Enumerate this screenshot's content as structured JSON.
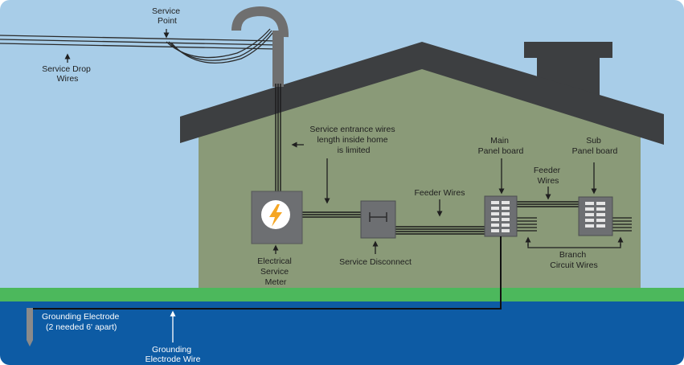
{
  "colors": {
    "sky": "#a8cde8",
    "roof": "#3d3f41",
    "wall": "#8a9a78",
    "grass": "#4cb85c",
    "ground": "#0d5ba4",
    "meter": "#6d6f72",
    "bolt": "#f5a623",
    "wire": "#1a1a1a"
  },
  "labels": {
    "service_point": [
      "Service",
      "Point"
    ],
    "service_drop": [
      "Service Drop",
      "Wires"
    ],
    "entrance_wires": [
      "Service entrance wires",
      "length inside home",
      "is limited"
    ],
    "main_panel": [
      "Main",
      "Panel board"
    ],
    "sub_panel": [
      "Sub",
      "Panel board"
    ],
    "feeder_wires_upper": [
      "Feeder",
      "Wires"
    ],
    "feeder_wires_lower": "Feeder Wires",
    "meter": [
      "Electrical",
      "Service",
      "Meter"
    ],
    "disconnect": "Service Disconnect",
    "branch": [
      "Branch",
      "Circuit Wires"
    ],
    "grounding_electrode": [
      "Grounding Electrode",
      "(2 needed 6' apart)"
    ],
    "grounding_wire": [
      "Grounding",
      "Electrode Wire"
    ]
  },
  "icons": {
    "meter": "lightning-bolt-icon",
    "disconnect": "switch-icon",
    "panel": "breaker-grid-icon",
    "arrow": "arrow-icon"
  }
}
